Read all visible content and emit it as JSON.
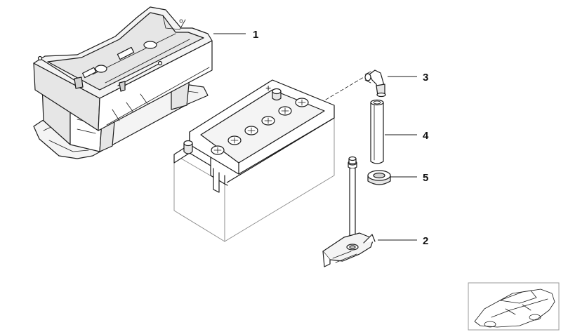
{
  "callouts": [
    {
      "id": "1",
      "label": "1"
    },
    {
      "id": "2",
      "label": "2"
    },
    {
      "id": "3",
      "label": "3"
    },
    {
      "id": "4",
      "label": "4"
    },
    {
      "id": "5",
      "label": "5"
    }
  ],
  "battery": {
    "polarity_symbol": "+"
  },
  "icons": {
    "battery_tray": "battery-tray-icon",
    "battery": "battery-icon",
    "vent_elbow": "vent-elbow-icon",
    "vent_hose": "vent-hose-icon",
    "grommet": "grommet-icon",
    "hold_down_clamp": "hold-down-clamp-icon",
    "car_thumbnail": "car-thumbnail-icon"
  },
  "colors": {
    "line": "#1a1a1a",
    "background": "#ffffff"
  }
}
